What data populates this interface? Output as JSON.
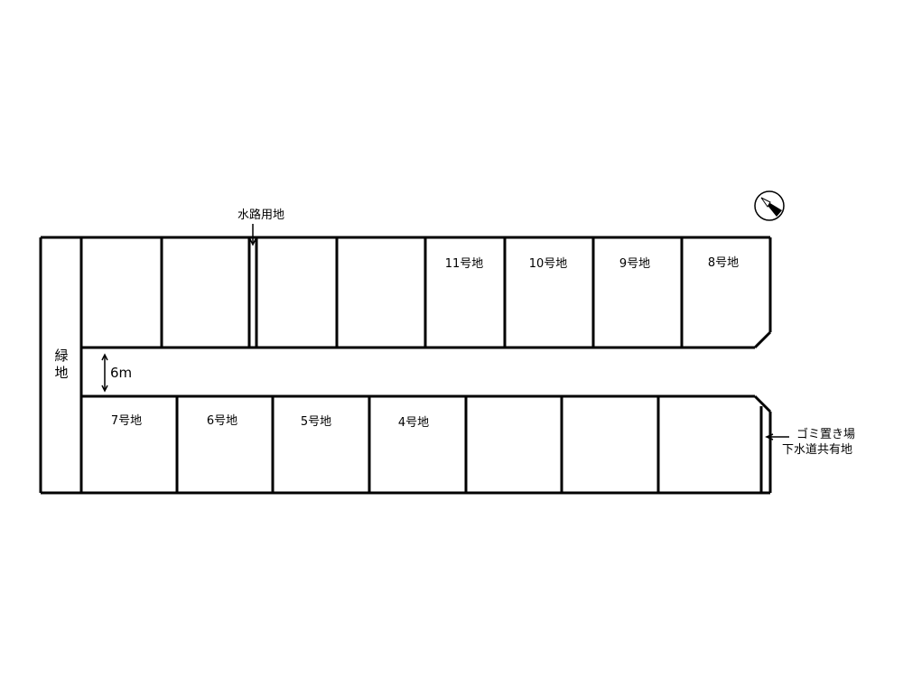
{
  "labels": {
    "waterway": "水路用地",
    "green_top": "緑",
    "green_bottom": "地",
    "road_width": "6m",
    "garbage_line1": "ゴミ置き場",
    "garbage_line2": "下水道共有地"
  },
  "lots": {
    "lot11": "11号地",
    "lot10": "10号地",
    "lot9": "9号地",
    "lot8": "8号地",
    "lot7": "7号地",
    "lot6": "6号地",
    "lot5": "5号地",
    "lot4": "4号地"
  },
  "icons": {
    "north": "north-arrow-icon"
  }
}
